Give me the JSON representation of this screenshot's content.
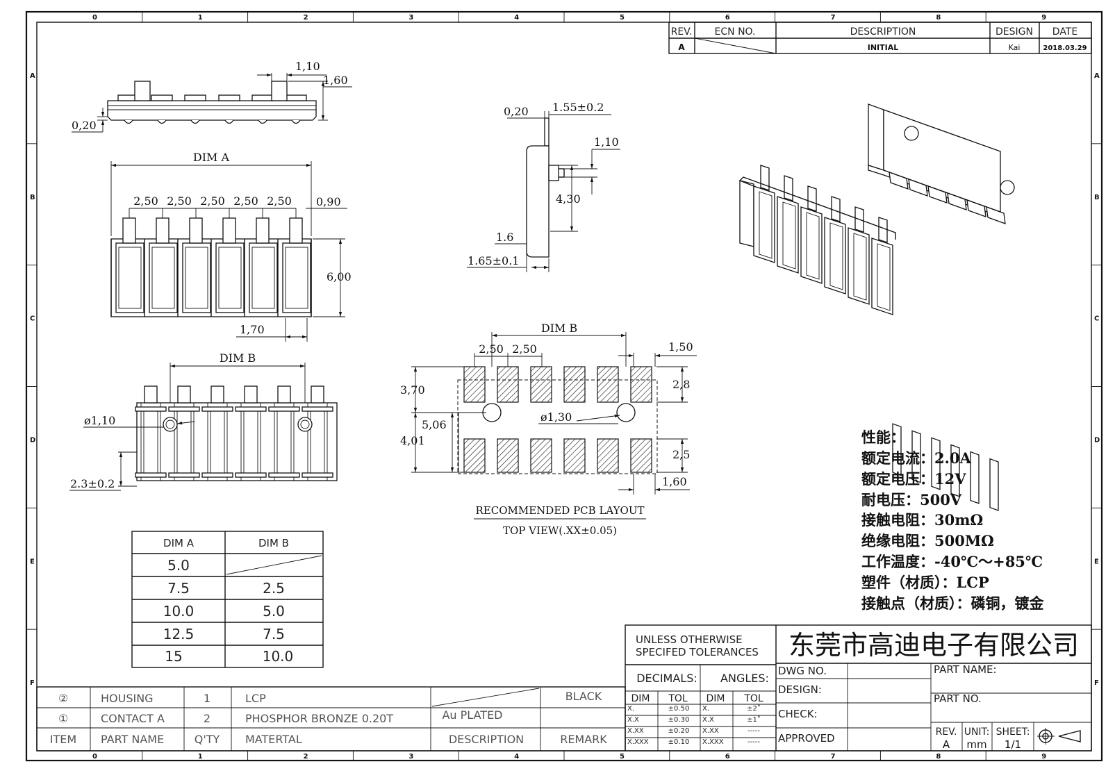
{
  "border": {
    "cols": [
      "0",
      "1",
      "2",
      "3",
      "4",
      "5",
      "6",
      "7",
      "8",
      "9"
    ],
    "rows": [
      "A",
      "B",
      "C",
      "D",
      "E",
      "F"
    ]
  },
  "revision": {
    "headers": {
      "rev": "REV.",
      "ecn": "ECN  NO.",
      "desc": "DESCRIPTION",
      "design": "DESIGN",
      "date": "DATE"
    },
    "row": {
      "rev": "A",
      "desc": "INITIAL",
      "design": "Kai",
      "date": "2018.03.29"
    }
  },
  "side_view": {
    "d1": "1,10",
    "d2": "1,60",
    "d3": "0,20"
  },
  "front_view": {
    "dim_a": "DIM  A",
    "pitches": [
      "2,50",
      "2,50",
      "2,50",
      "2,50",
      "2,50"
    ],
    "d_090": "0,90",
    "d_600": "6,00",
    "d_170": "1,70"
  },
  "bottom_view": {
    "dim_b": "DIM  B",
    "hole": "ø1,10",
    "d_23": "2.3±0.2"
  },
  "profile_view": {
    "d_020": "0,20",
    "d_155": "1.55±0.2",
    "d_110": "1,10",
    "d_430": "4,30",
    "d_16": "1.6",
    "d_165": "1.65±0.1"
  },
  "pcb_layout": {
    "dim_b": "DIM  B",
    "pitch1": "2,50",
    "pitch2": "2,50",
    "d_150": "1,50",
    "d_370": "3,70",
    "d_28": "2,8",
    "d_506": "5,06",
    "hole": "ø1,30",
    "d_401": "4,01",
    "d_25": "2,5",
    "d_160": "1,60",
    "caption1": "RECOMMENDED  PCB  LAYOUT",
    "caption2": "TOP  VIEW(.XX±0.05)"
  },
  "dim_table": {
    "headers": [
      "DIM  A",
      "DIM  B"
    ],
    "rows": [
      [
        "5.0",
        ""
      ],
      [
        "7.5",
        "2.5"
      ],
      [
        "10.0",
        "5.0"
      ],
      [
        "12.5",
        "7.5"
      ],
      [
        "15",
        "10.0"
      ]
    ]
  },
  "specs": [
    "性能：",
    "额定电流：2.0A",
    "额定电压：12V",
    "耐电压：500V",
    "接触电阻：30mΩ",
    "绝缘电阻：500MΩ",
    "工作温度：-40℃～+85℃",
    "塑件（材质）：LCP",
    "接触点（材质）：磷铜，镀金"
  ],
  "bom": {
    "rows": [
      {
        "item": "②",
        "name": "HOUSING",
        "qty": "1",
        "material": "LCP",
        "desc": "",
        "remark": "BLACK"
      },
      {
        "item": "①",
        "name": "CONTACT  A",
        "qty": "2",
        "material": "PHOSPHOR  BRONZE  0.20T",
        "desc": "Au  PLATED",
        "remark": ""
      }
    ],
    "header": {
      "item": "ITEM",
      "name": "PART  NAME",
      "qty": "Q'TY",
      "material": "MATERTAL",
      "desc": "DESCRIPTION",
      "remark": "REMARK"
    }
  },
  "title_block": {
    "tol_note1": "UNLESS  OTHERWISE",
    "tol_note2": "SPECIFED  TOLERANCES",
    "company": "东莞市高迪电子有限公司",
    "decimals": "DECIMALS:",
    "angles": "ANGLES:",
    "dim": "DIM",
    "tol": "TOL",
    "dec_rows": [
      [
        "X.",
        "±0.50"
      ],
      [
        "X.X",
        "±0.30"
      ],
      [
        "X.XX",
        "±0.20"
      ],
      [
        "X.XXX",
        "±0.10"
      ]
    ],
    "ang_rows": [
      [
        "X.",
        "±2˚"
      ],
      [
        "X.X",
        "±1˚"
      ],
      [
        "X.XX",
        "-----"
      ],
      [
        "X.XXX",
        "-----"
      ]
    ],
    "dwg_no": "DWG  NO.",
    "design": "DESIGN:",
    "check": "CHECK:",
    "approved": "APPROVED",
    "part_name": "PART  NAME:",
    "part_no": "PART  NO.",
    "rev_label": "REV.",
    "rev_val": "A",
    "unit_label": "UNIT:",
    "unit_val": "mm",
    "sheet_label": "SHEET:",
    "sheet_val": "1/1"
  }
}
